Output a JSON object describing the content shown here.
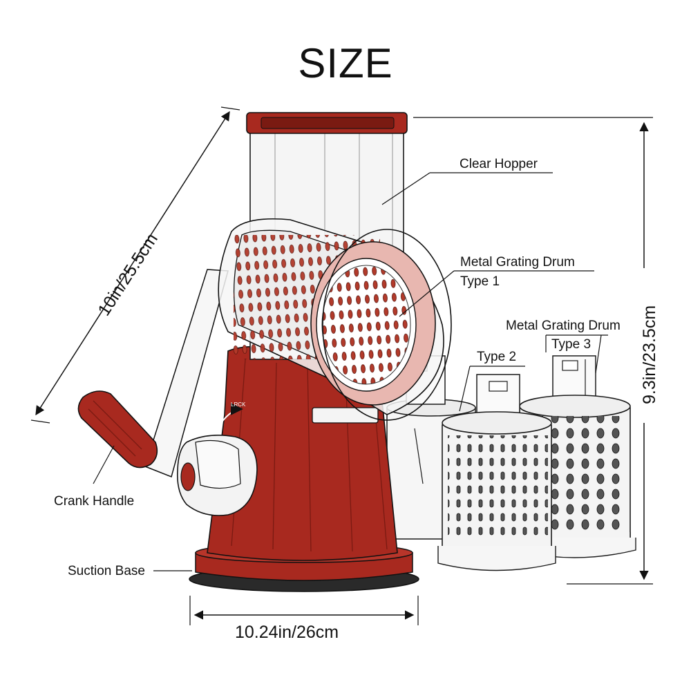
{
  "title": "SIZE",
  "dimensions": {
    "diagonal_length": "10in/25.5cm",
    "height": "9.3in/23.5cm",
    "base_width": "10.24in/26cm"
  },
  "callouts": {
    "hopper": "Clear Hopper",
    "drum1_line1": "Metal Grating Drum",
    "drum1_line2": "Type 1",
    "drum2": "Type 2",
    "drum3_line1": "Metal Grating Drum",
    "drum3_line2": "Type 3",
    "crank": "Crank Handle",
    "base": "Suction Base"
  },
  "lock_label": "LRCK",
  "colors": {
    "body_red": "#a8291f",
    "dark_red": "#7a1a12",
    "outline": "#1a1a1a",
    "clear": "#f4f4f4",
    "hole_red": "#b23a2a",
    "drum_metal": "#f2f2f2",
    "base_black": "#2a2a2a"
  }
}
